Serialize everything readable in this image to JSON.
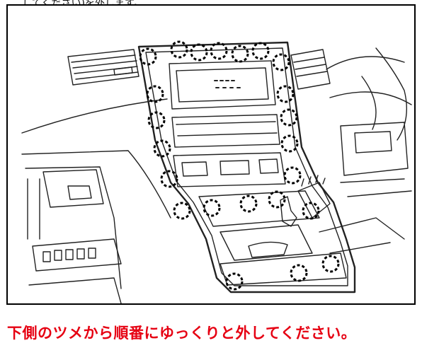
{
  "header": {
    "cut_off_text": "‥してください)を外します。"
  },
  "illustration": {
    "subject": "center-console-panel-clip-locations"
  },
  "caption": {
    "text": "下側のツメから順番にゆっくりと外してください。",
    "color": "#e60012"
  }
}
